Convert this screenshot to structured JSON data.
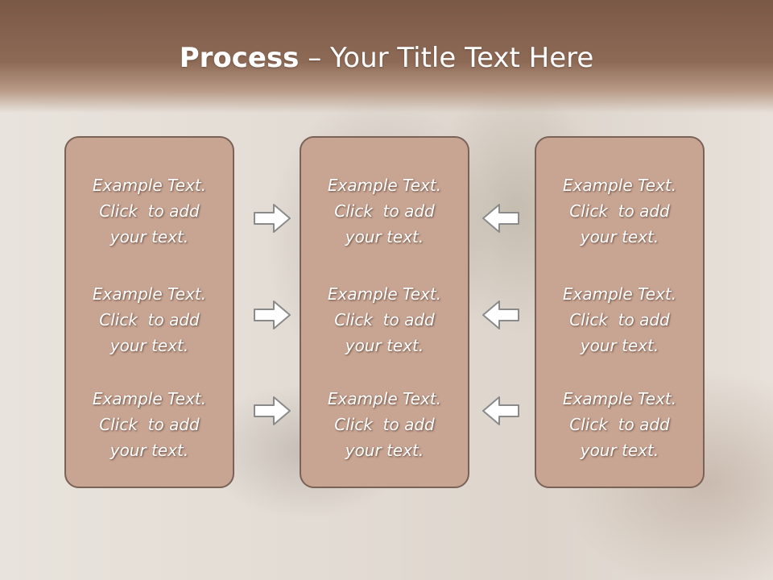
{
  "title": {
    "bold": "Process",
    "rest": " – Your Title Text Here"
  },
  "columns": [
    {
      "items": [
        {
          "lines": [
            "Example Text.",
            "Click  to add",
            "your text."
          ]
        },
        {
          "lines": [
            "Example Text.",
            "Click  to add",
            "your text."
          ]
        },
        {
          "lines": [
            "Example Text.",
            "Click  to add",
            "your text."
          ]
        }
      ]
    },
    {
      "items": [
        {
          "lines": [
            "Example Text.",
            "Click  to add",
            "your text."
          ]
        },
        {
          "lines": [
            "Example Text.",
            "Click  to add",
            "your text."
          ]
        },
        {
          "lines": [
            "Example Text.",
            "Click  to add",
            "your text."
          ]
        }
      ]
    },
    {
      "items": [
        {
          "lines": [
            "Example Text.",
            "Click  to add",
            "your text."
          ]
        },
        {
          "lines": [
            "Example Text.",
            "Click  to add",
            "your text."
          ]
        },
        {
          "lines": [
            "Example Text.",
            "Click  to add",
            "your text."
          ]
        }
      ]
    }
  ],
  "arrows": {
    "left_group": "arrow-right-icon",
    "right_group": "arrow-left-icon"
  },
  "colors": {
    "header": "#7a5846",
    "box_fill": "#c8a492",
    "box_border": "#7a6256",
    "arrow_fill": "#ffffff",
    "arrow_stroke": "#8a8a8a"
  }
}
